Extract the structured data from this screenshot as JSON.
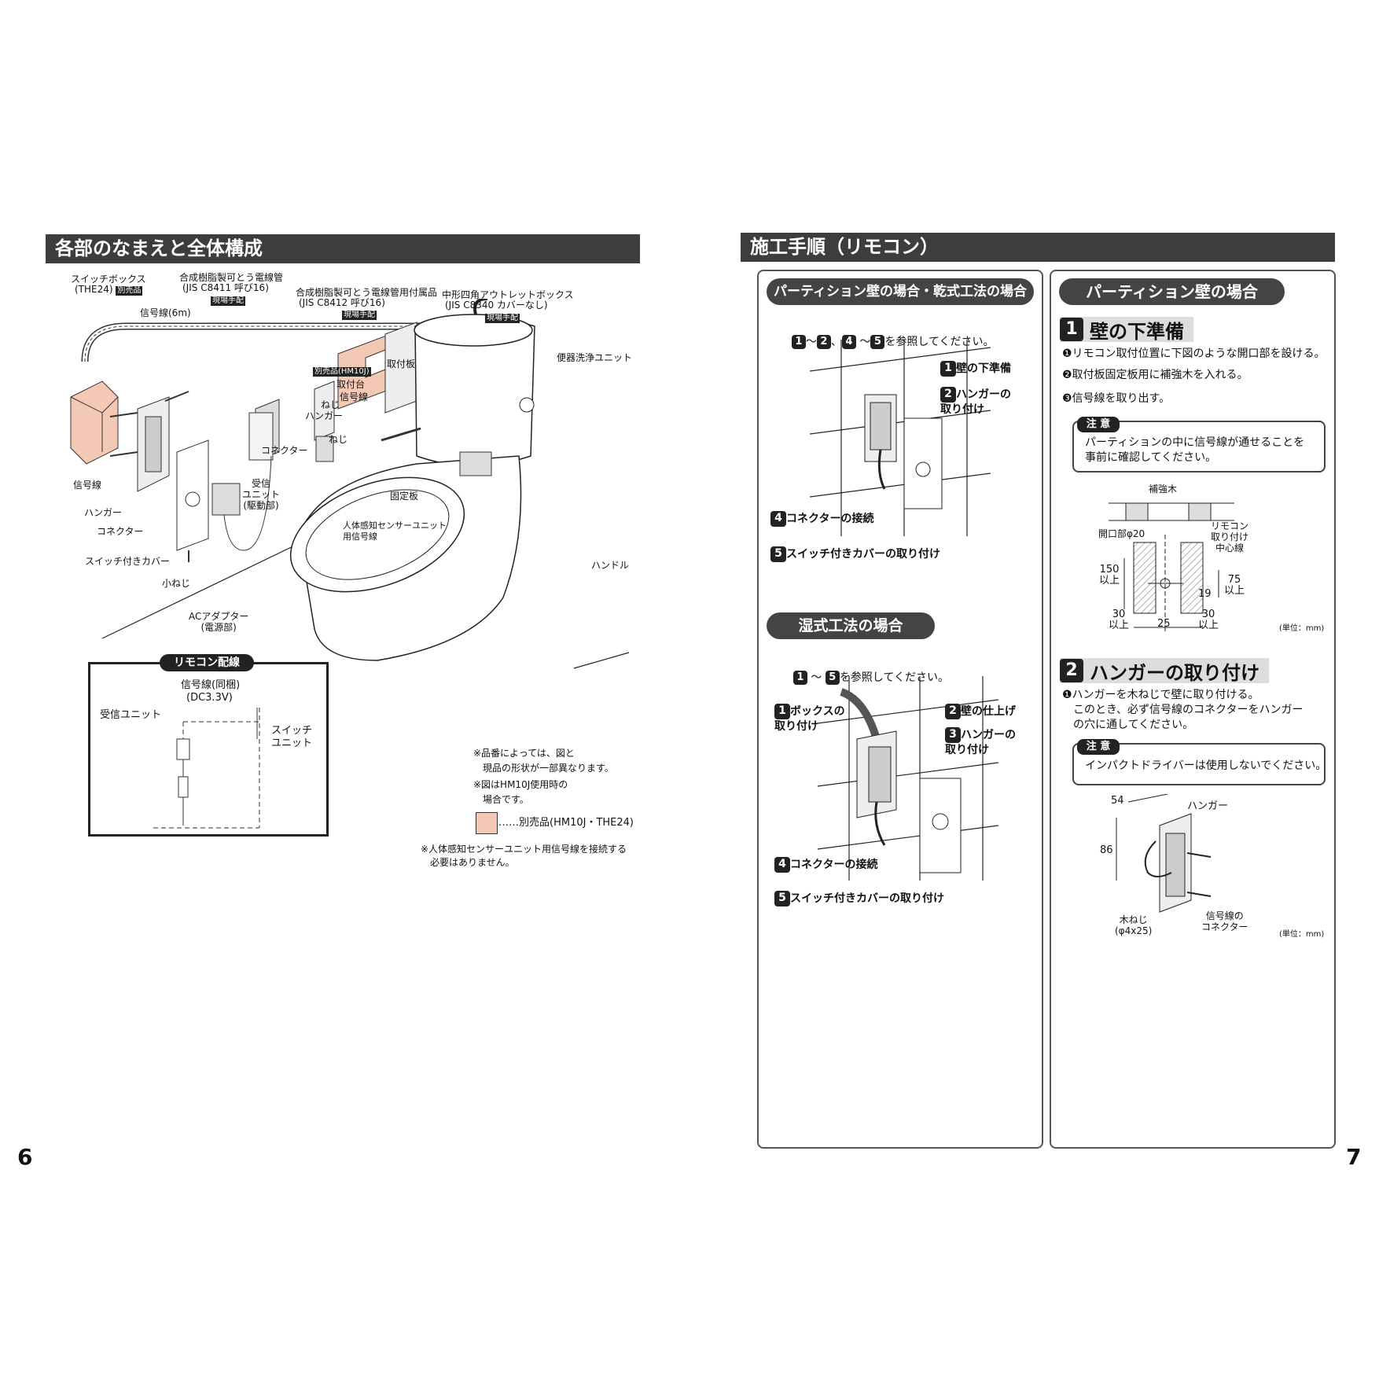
{
  "left": {
    "section_title": "各部のなまえと全体構成",
    "labels": {
      "switch_box": "スイッチボックス",
      "switch_box_model": "(THE24)",
      "sold_sep": "別売品",
      "conduit": "合成樹脂製可とう電線管",
      "conduit_std": "(JIS C8411 呼び16)",
      "local": "現場手配",
      "conduit_parts": "合成樹脂製可とう電線管用付属品",
      "conduit_parts_std": "(JIS C8412 呼び16)",
      "outlet_box": "中形四角アウトレットボックス",
      "outlet_box_std": "(JIS C8340 カバーなし)",
      "signal_6m": "信号線(6m)",
      "flush_unit": "便器洗浄ユニット",
      "sold_sep_hm10j": "別売品(HM10J)",
      "mount_plate": "取付板",
      "mount_base": "取付台",
      "signal_line": "信号線",
      "screw": "ねじ",
      "hanger": "ハンガー",
      "connector": "コネクター",
      "receiver": "受信\nユニット\n(駆動部)",
      "fixing_plate": "固定板",
      "sensor_line": "人体感知センサーユニット\n用信号線",
      "signal_line2": "信号線",
      "hanger2": "ハンガー",
      "connector2": "コネクター",
      "switch_cover": "スイッチ付きカバー",
      "small_screw": "小ねじ",
      "ac_adapter": "ACアダプター\n(電源部)",
      "handle": "ハンドル"
    },
    "wiring": {
      "title": "リモコン配線",
      "signal": "信号線(同梱)",
      "voltage": "(DC3.3V)",
      "receiver": "受信ユニット",
      "switch": "スイッチ\nユニット"
    },
    "notes": {
      "note1": "※品番によっては、図と\n　現品の形状が一部異なります。",
      "note2": "※図はHM10J使用時の\n　場合です。",
      "legend": "……別売品(HM10J・THE24)",
      "legend_color": "#f3c9b6",
      "note3": "※人体感知センサーユニット用信号線を接続する\n　必要はありません。"
    },
    "page_number": "6"
  },
  "right": {
    "section_title": "施工手順（リモコン）",
    "panel_a": {
      "pill1": "パーティション壁の場合・乾式工法の場合",
      "ref1": "を参照してください。",
      "steps": [
        {
          "n": "1",
          "t": "壁の下準備"
        },
        {
          "n": "2",
          "t": "ハンガーの\n取り付け"
        },
        {
          "n": "4",
          "t": "コネクターの接続"
        },
        {
          "n": "5",
          "t": "スイッチ付きカバーの取り付け"
        }
      ],
      "pill2": "湿式工法の場合",
      "ref2": "を参照してください。",
      "steps2": [
        {
          "n": "1",
          "t": "ボックスの\n取り付け"
        },
        {
          "n": "2",
          "t": "壁の仕上げ"
        },
        {
          "n": "3",
          "t": "ハンガーの\n取り付け"
        },
        {
          "n": "4",
          "t": "コネクターの接続"
        },
        {
          "n": "5",
          "t": "スイッチ付きカバーの取り付け"
        }
      ]
    },
    "panel_b": {
      "pill": "パーティション壁の場合",
      "h1_num": "1",
      "h1": "壁の下準備",
      "items1": [
        "❶リモコン取付位置に下図のような開口部を設ける。",
        "❷取付板固定板用に補強木を入れる。",
        "❸信号線を取り出す。"
      ],
      "caution_tag": "注 意",
      "caution1": "パーティションの中に信号線が通せることを\n事前に確認してください。",
      "diagram1": {
        "reinforce": "補強木",
        "opening": "開口部φ20",
        "remote_center": "リモコン\n取り付け\n中心線",
        "d150": "150\n以上",
        "d75": "75\n以上",
        "d19": "19",
        "d30a": "30\n以上",
        "d25": "25",
        "d30b": "30\n以上",
        "unit": "(単位：mm)"
      },
      "h2_num": "2",
      "h2": "ハンガーの取り付け",
      "items2": "❶ハンガーを木ねじで壁に取り付ける。\n　このとき、必ず信号線のコネクターをハンガー\n　の穴に通してください。",
      "caution2": "インパクトドライバーは使用しないでください。",
      "diagram2": {
        "d54": "54",
        "d86": "86",
        "hanger": "ハンガー",
        "screw": "木ねじ\n(φ4x25)",
        "connector": "信号線の\nコネクター",
        "unit": "(単位：mm)"
      }
    },
    "page_number": "7"
  }
}
